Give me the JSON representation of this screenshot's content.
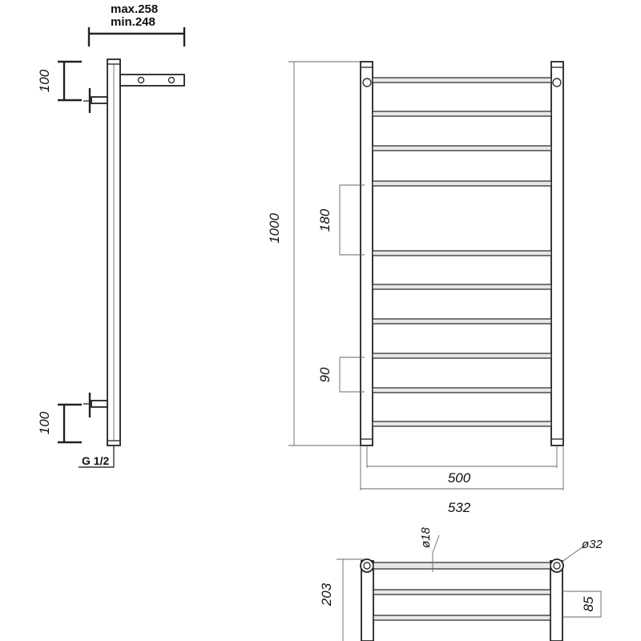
{
  "side_view": {
    "depth_max": "max.258",
    "depth_min": "min.248",
    "top_offset": "100",
    "bottom_offset": "100",
    "thread": "G 1/2"
  },
  "front_view": {
    "height": "1000",
    "spacing_large": "180",
    "spacing_small": "90",
    "inner_width": "500",
    "outer_width": "532",
    "rungs": 10
  },
  "top_view": {
    "rung_diameter": "ø18",
    "post_diameter": "ø32",
    "depth": "203",
    "shelf_spacing": "85"
  }
}
